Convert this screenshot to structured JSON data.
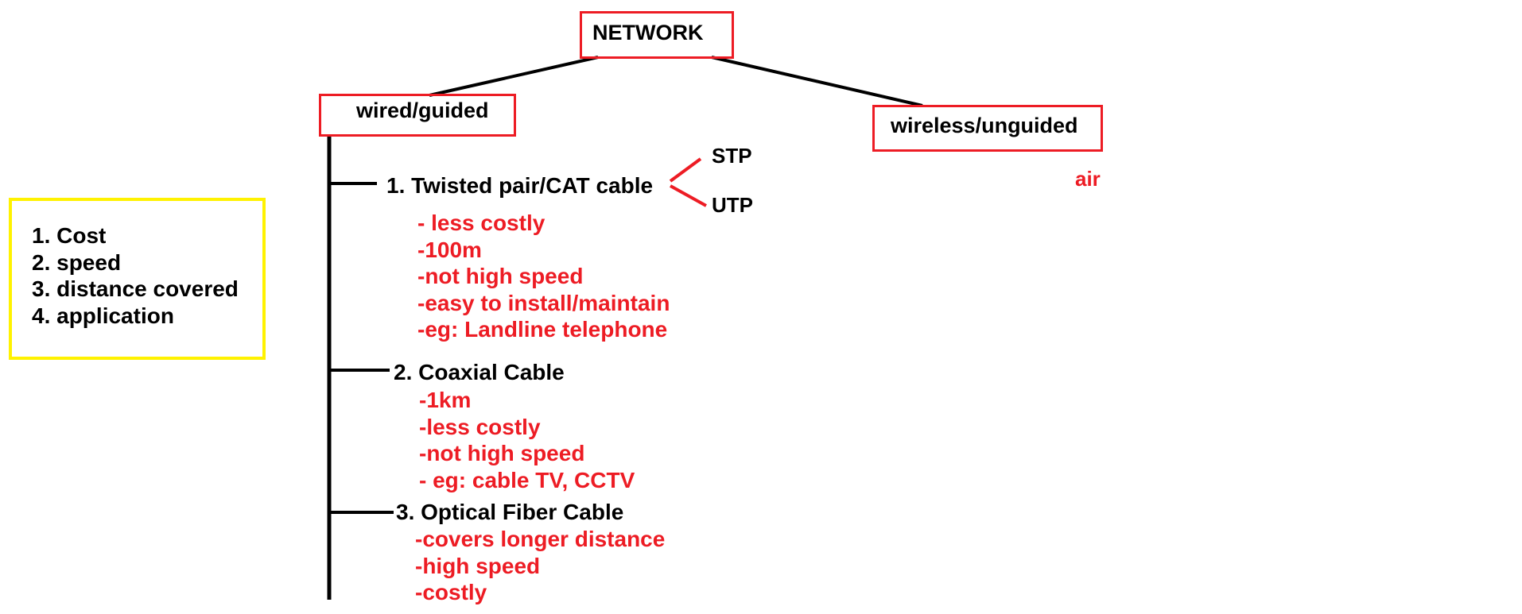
{
  "root": {
    "label": "NETWORK"
  },
  "branches": {
    "wired": {
      "label": "wired/guided"
    },
    "wireless": {
      "label": "wireless/unguided",
      "medium": "air"
    }
  },
  "criteria": [
    "1. Cost",
    "2. speed",
    "3. distance covered",
    "4. application"
  ],
  "cables": [
    {
      "title": "1. Twisted pair/CAT cable",
      "subtypes": [
        "STP",
        "UTP"
      ],
      "notes": [
        "- less costly",
        "-100m",
        "-not high speed",
        "-easy to install/maintain",
        "-eg: Landline telephone"
      ]
    },
    {
      "title": "2. Coaxial Cable",
      "notes": [
        "-1km",
        "-less costly",
        "-not high speed",
        "- eg: cable TV, CCTV"
      ]
    },
    {
      "title": "3. Optical Fiber Cable",
      "notes": [
        "-covers longer distance",
        "-high speed",
        "-costly"
      ]
    }
  ],
  "colors": {
    "annotation": "#ed1c24",
    "box_border": "#ed1c24",
    "legend_border": "#fff200",
    "text": "#000000"
  }
}
